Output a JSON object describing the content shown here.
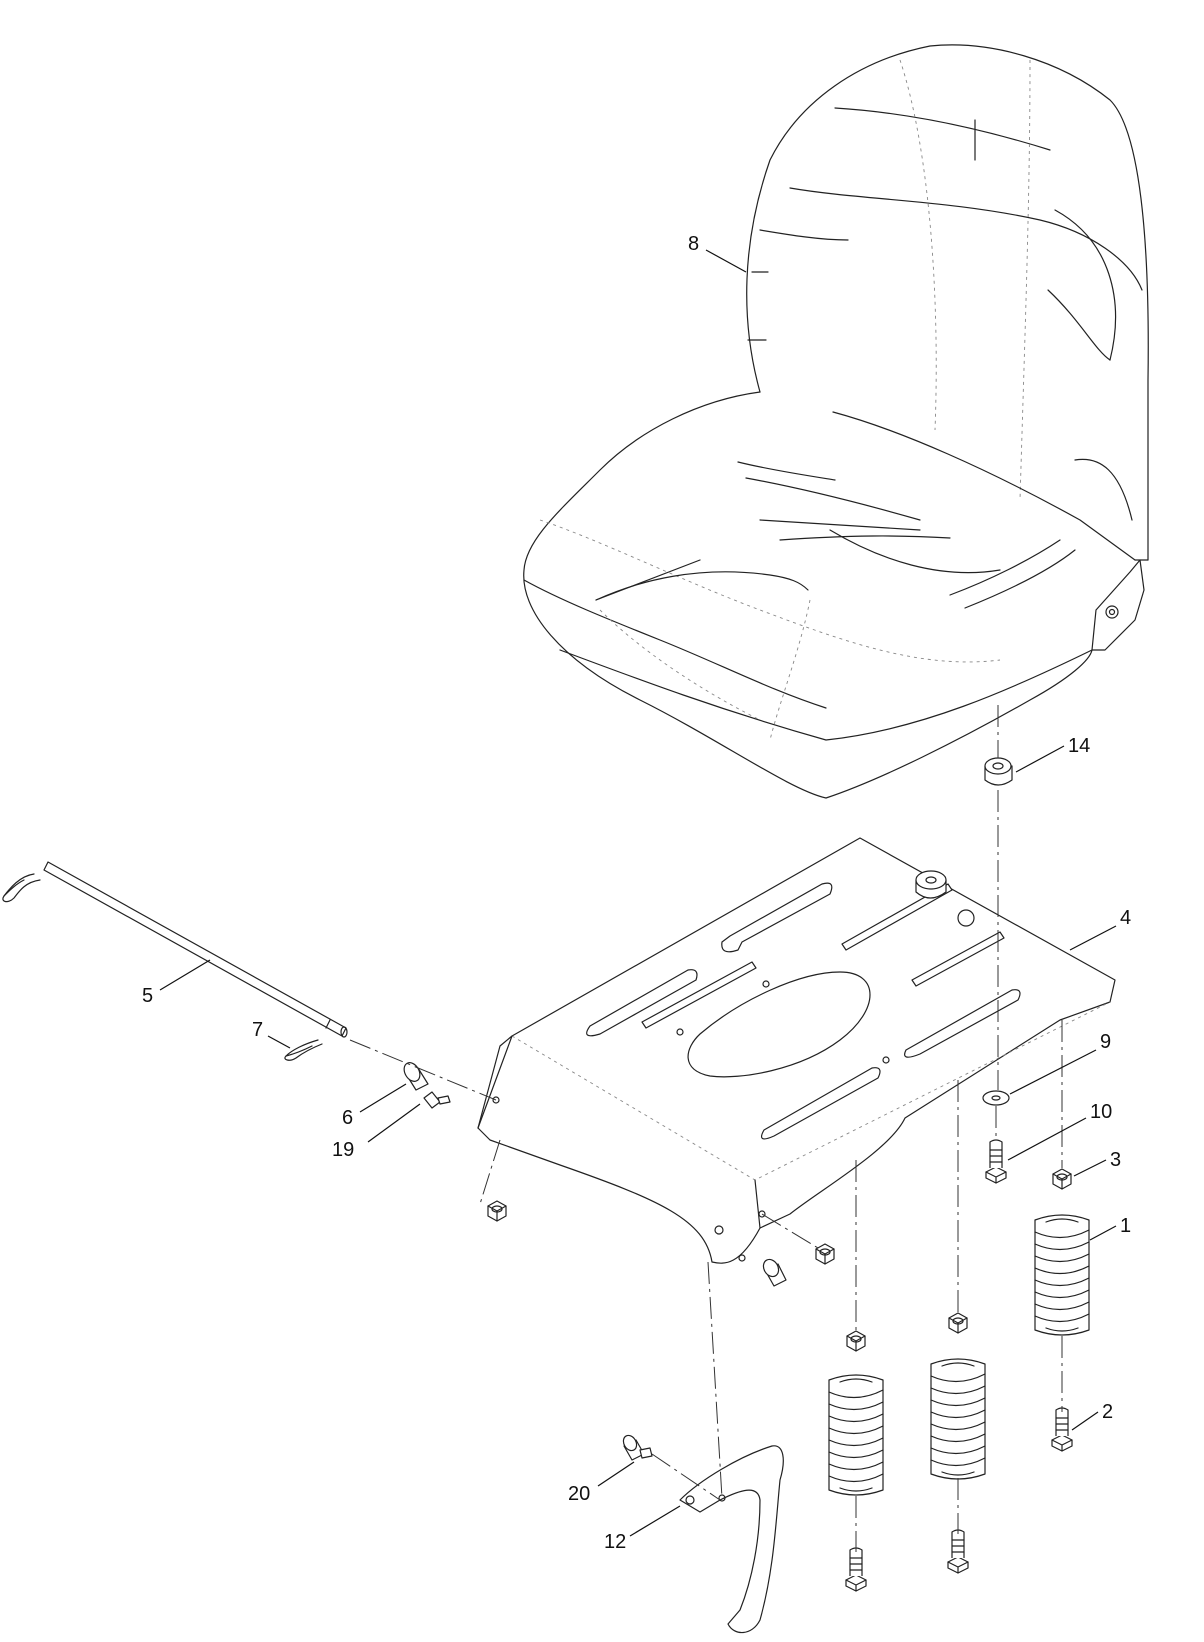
{
  "callouts": [
    {
      "id": "c1",
      "label": "1"
    },
    {
      "id": "c2",
      "label": "2"
    },
    {
      "id": "c3",
      "label": "3"
    },
    {
      "id": "c4",
      "label": "4"
    },
    {
      "id": "c5",
      "label": "5"
    },
    {
      "id": "c6",
      "label": "6"
    },
    {
      "id": "c7",
      "label": "7"
    },
    {
      "id": "c8",
      "label": "8"
    },
    {
      "id": "c9",
      "label": "9"
    },
    {
      "id": "c10",
      "label": "10"
    },
    {
      "id": "c12",
      "label": "12"
    },
    {
      "id": "c14",
      "label": "14"
    },
    {
      "id": "c19",
      "label": "19"
    },
    {
      "id": "c20",
      "label": "20"
    }
  ]
}
